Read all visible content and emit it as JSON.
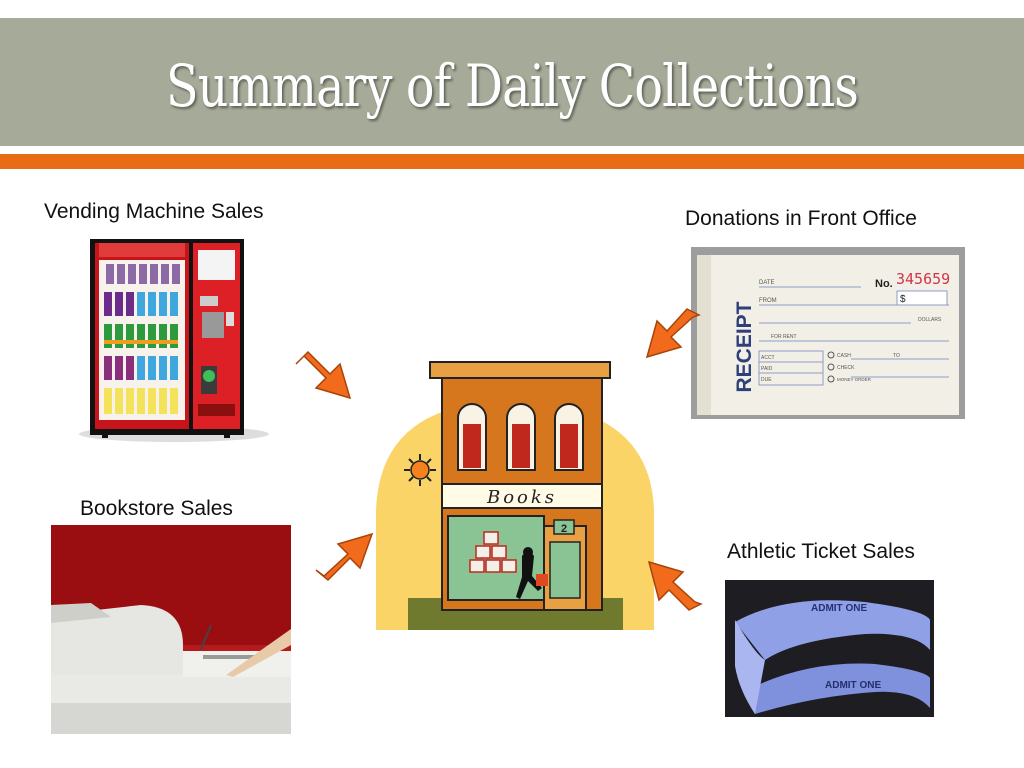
{
  "slide": {
    "title": "Summary of Daily Collections"
  },
  "sources": {
    "vending": {
      "label": "Vending Machine Sales",
      "image_icon": "vending-machine-icon"
    },
    "bookstore": {
      "label": "Bookstore Sales",
      "image_icon": "cash-register-icon"
    },
    "donations": {
      "label": "Donations in Front Office",
      "image_icon": "receipt-book-icon"
    },
    "athletic": {
      "label": "Athletic Ticket Sales",
      "image_icon": "ticket-roll-icon"
    }
  },
  "center": {
    "store_sign": "Books",
    "door_number": "2",
    "image_icon": "bookstore-building-icon"
  },
  "receipt": {
    "word": "RECEIPT",
    "number_label": "No.",
    "number": "345659",
    "dollar_sign": "$",
    "dollars_label": "DOLLARS",
    "for_rent_label": "FOR RENT",
    "from_label": "FROM",
    "date_label": "DATE",
    "acct_label": "ACCT",
    "paid_label": "PAID",
    "due_label": "DUE",
    "cash_label": "CASH",
    "check_label": "CHECK",
    "money_order_label": "MONEY ORDER",
    "to_label": "TO"
  },
  "tickets": {
    "text": "ADMIT ONE"
  },
  "colors": {
    "title_bar": "#a6aa98",
    "accent_orange": "#ea6b15",
    "arrow_orange": "#f26a1b"
  }
}
